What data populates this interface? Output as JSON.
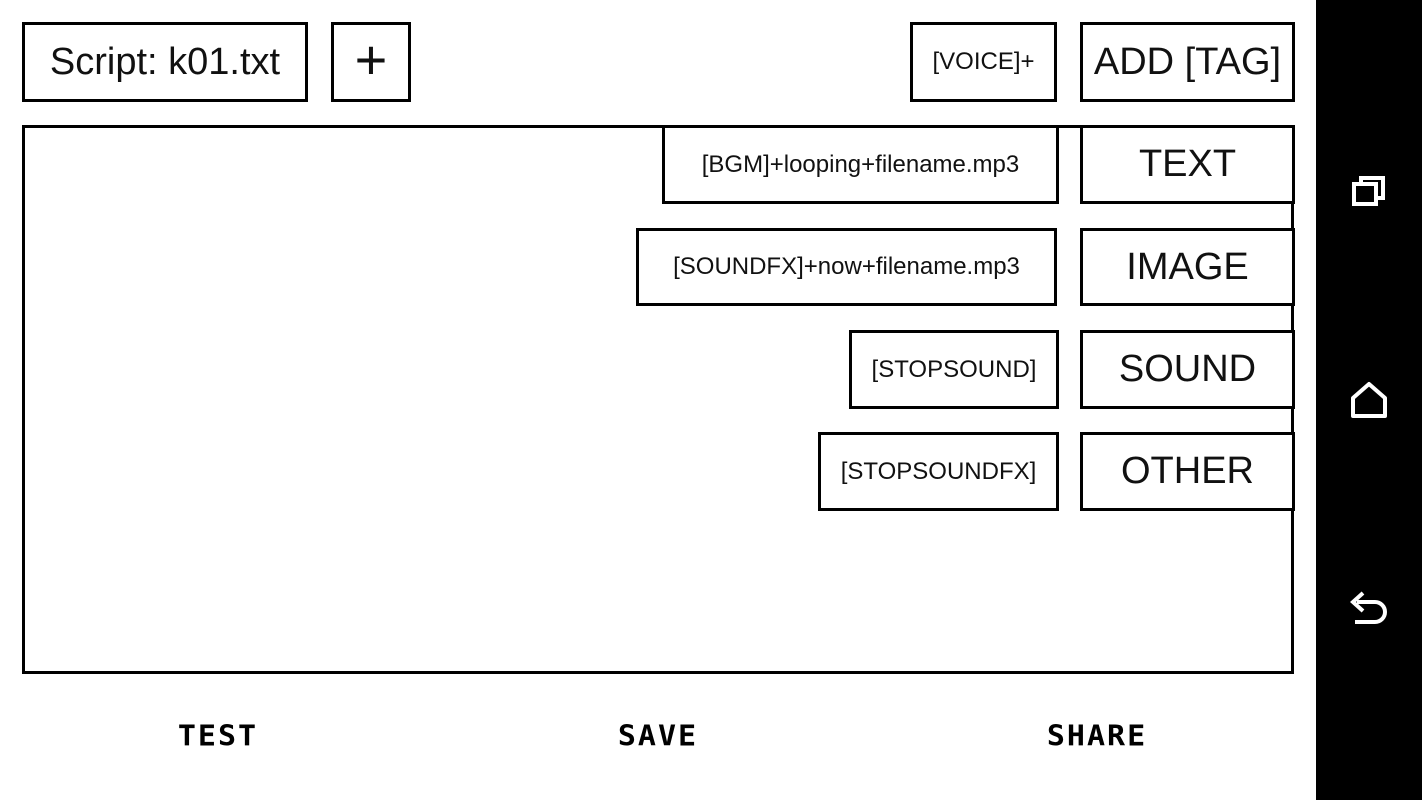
{
  "header": {
    "script_label": "Script: k01.txt",
    "add_script_label": "+",
    "voice_label": "[VOICE]+",
    "add_tag_label": "ADD [TAG]"
  },
  "tags": [
    {
      "label": "[BGM]+looping+filename.mp3"
    },
    {
      "label": "[SOUNDFX]+now+filename.mp3"
    },
    {
      "label": "[STOPSOUND]"
    },
    {
      "label": "[STOPSOUNDFX]"
    }
  ],
  "categories": [
    {
      "label": "TEXT"
    },
    {
      "label": "IMAGE"
    },
    {
      "label": "SOUND"
    },
    {
      "label": "OTHER"
    }
  ],
  "footer": {
    "test_label": "TEST",
    "save_label": "SAVE",
    "share_label": "SHARE"
  },
  "system_nav": {
    "icons": [
      "recent-apps-icon",
      "home-icon",
      "back-icon"
    ]
  },
  "colors": {
    "border": "#000000",
    "background": "#ffffff",
    "navbar": "#000000",
    "nav_icon": "#ffffff"
  }
}
